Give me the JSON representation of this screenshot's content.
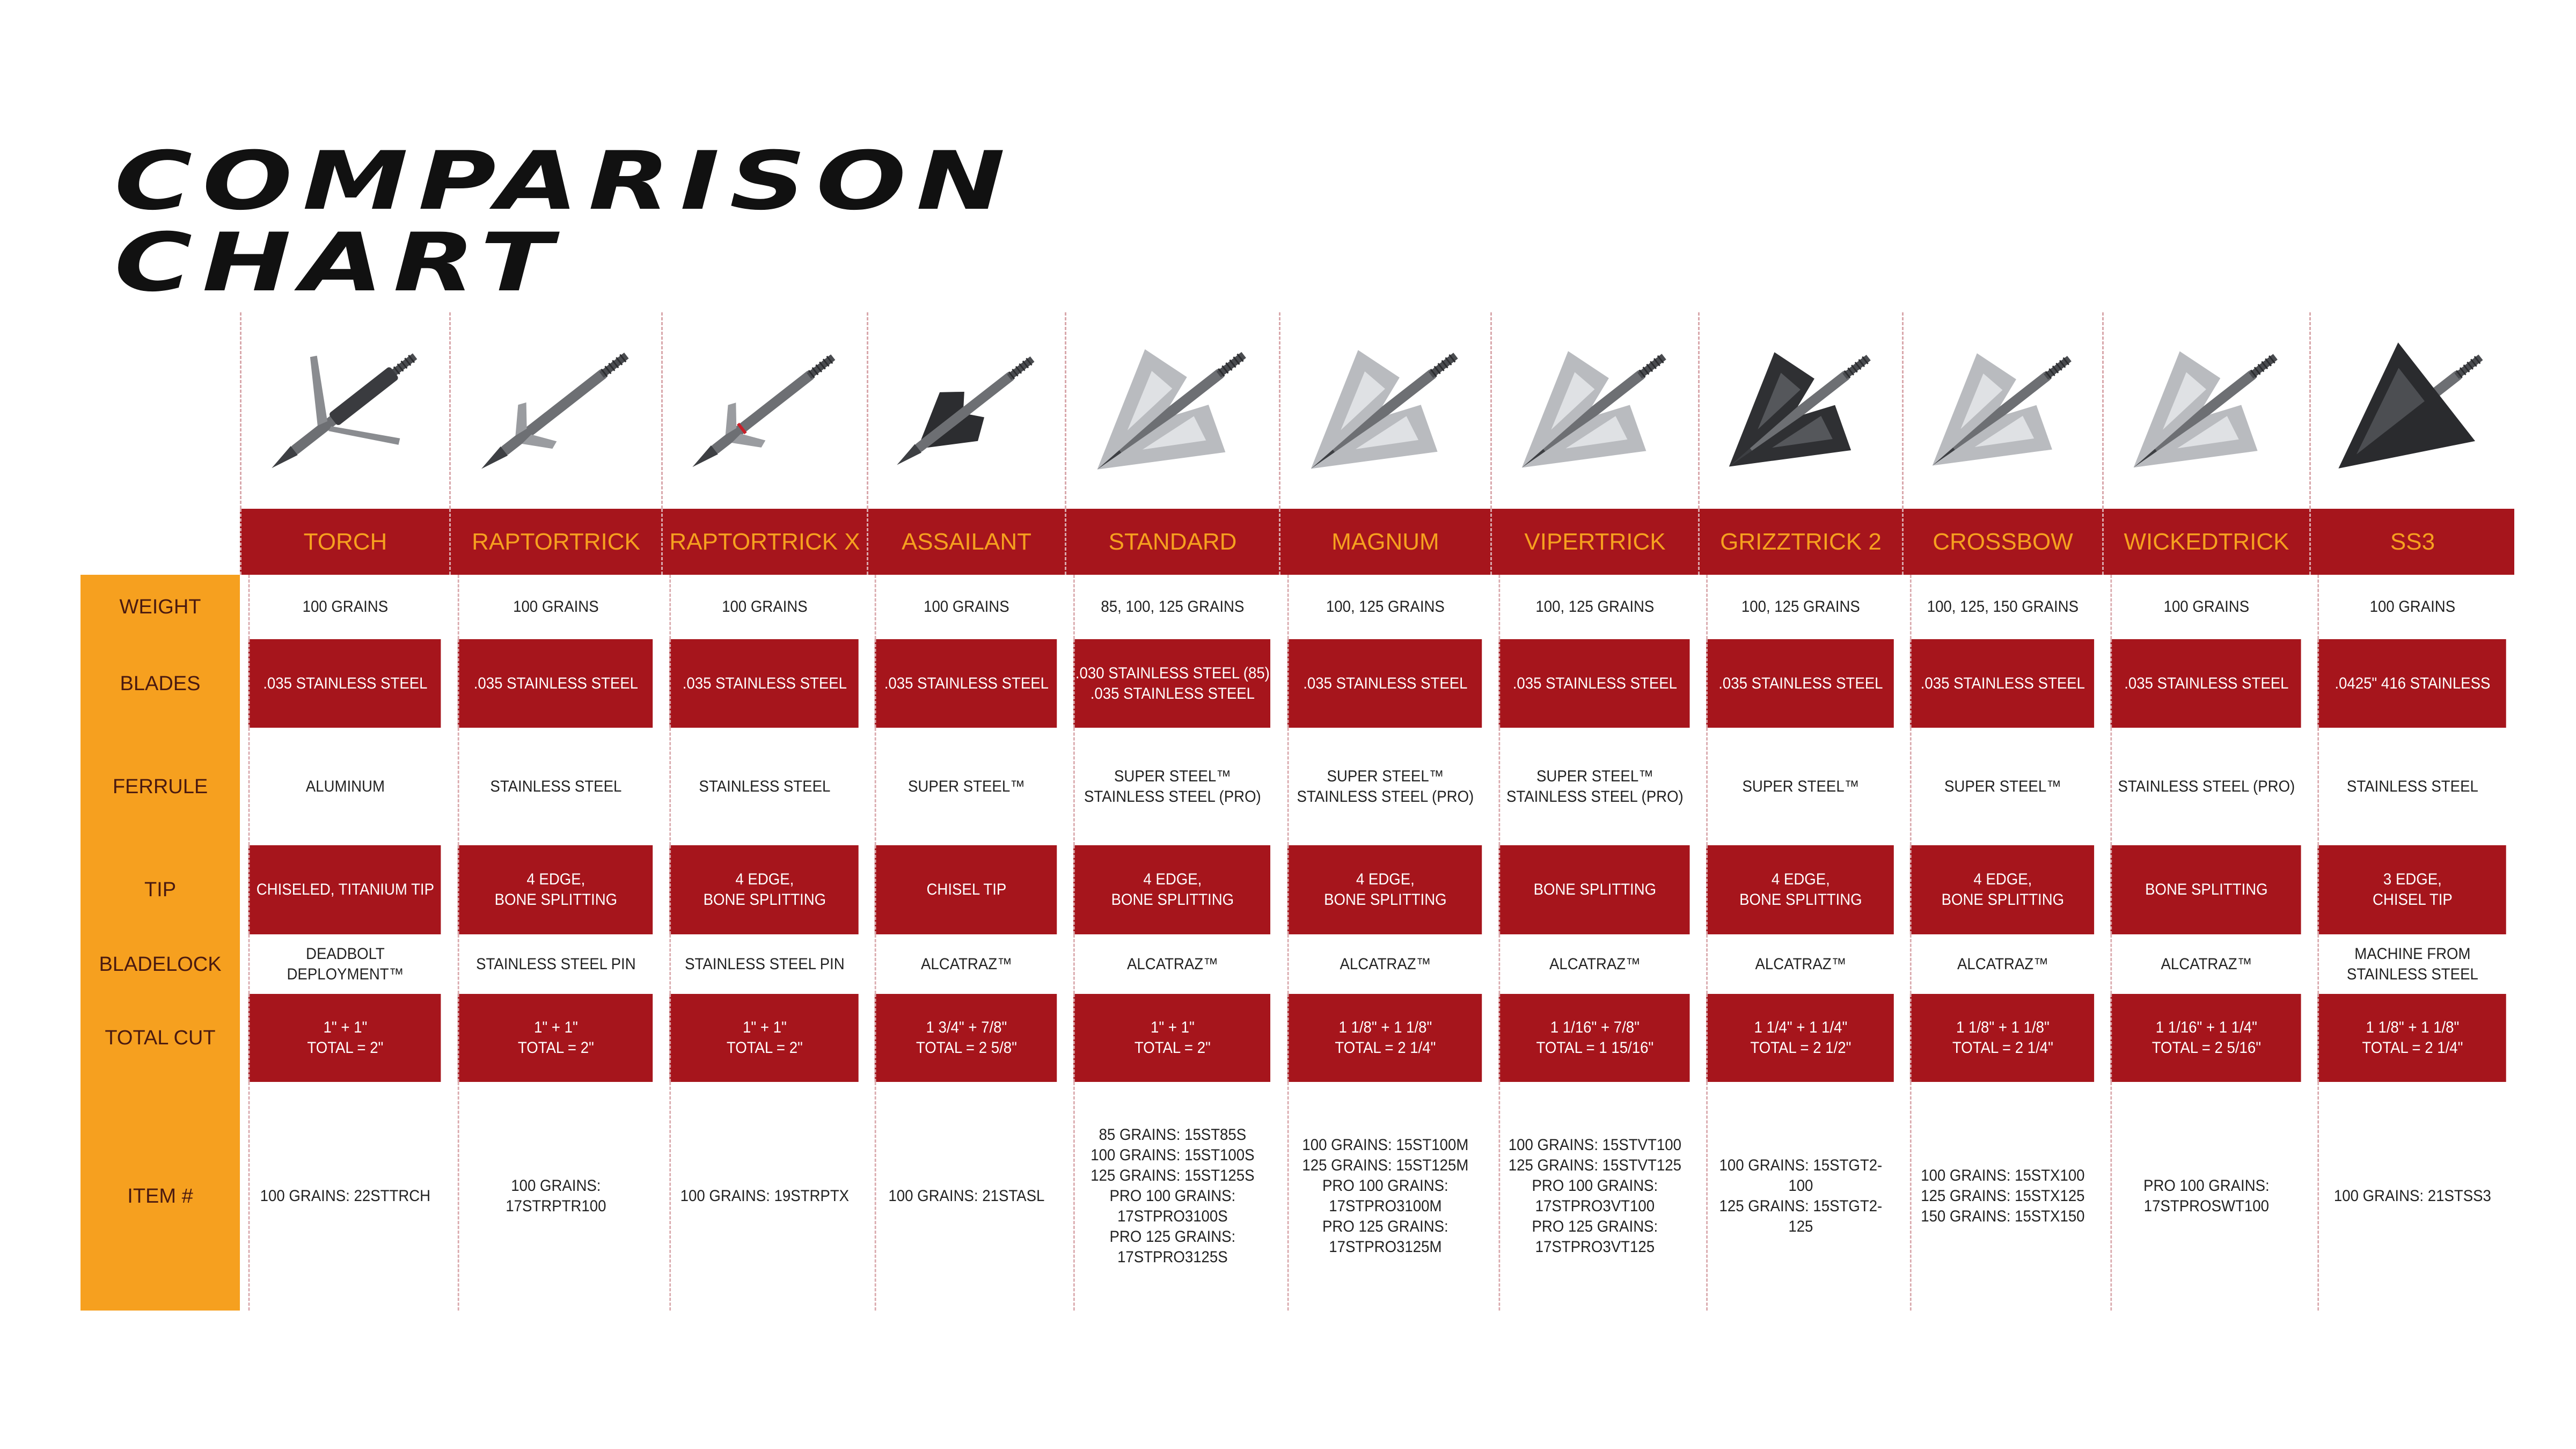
{
  "title": {
    "line1": "COMPARISON",
    "line2": "CHART"
  },
  "products": [
    {
      "name": "TORCH",
      "icon": "torch-broadhead-icon"
    },
    {
      "name": "RAPTORTRICK",
      "icon": "raptortrick-broadhead-icon"
    },
    {
      "name": "RAPTORTRICK X",
      "icon": "raptortrick-x-broadhead-icon"
    },
    {
      "name": "ASSAILANT",
      "icon": "assailant-broadhead-icon"
    },
    {
      "name": "STANDARD",
      "icon": "standard-broadhead-icon"
    },
    {
      "name": "MAGNUM",
      "icon": "magnum-broadhead-icon"
    },
    {
      "name": "VIPERTRICK",
      "icon": "vipertrick-broadhead-icon"
    },
    {
      "name": "GRIZZTRICK 2",
      "icon": "grizztrick-2-broadhead-icon"
    },
    {
      "name": "CROSSBOW",
      "icon": "crossbow-broadhead-icon"
    },
    {
      "name": "WICKEDTRICK",
      "icon": "wickedtrick-broadhead-icon"
    },
    {
      "name": "SS3",
      "icon": "ss3-broadhead-icon"
    }
  ],
  "rows": [
    {
      "label": "WEIGHT",
      "values": [
        "100 GRAINS",
        "100 GRAINS",
        "100 GRAINS",
        "100 GRAINS",
        "85, 100, 125 GRAINS",
        "100, 125 GRAINS",
        "100, 125 GRAINS",
        "100, 125 GRAINS",
        "100, 125, 150 GRAINS",
        "100 GRAINS",
        "100 GRAINS"
      ]
    },
    {
      "label": "BLADES",
      "values": [
        ".035 STAINLESS STEEL",
        ".035 STAINLESS STEEL",
        ".035 STAINLESS STEEL",
        ".035 STAINLESS STEEL",
        ".030 STAINLESS STEEL (85)\n.035 STAINLESS STEEL",
        ".035 STAINLESS STEEL",
        ".035 STAINLESS STEEL",
        ".035 STAINLESS STEEL",
        ".035 STAINLESS STEEL",
        ".035 STAINLESS STEEL",
        ".0425\" 416 STAINLESS"
      ]
    },
    {
      "label": "FERRULE",
      "values": [
        "ALUMINUM",
        "STAINLESS STEEL",
        "STAINLESS STEEL",
        "SUPER STEEL™",
        "SUPER STEEL™\nSTAINLESS STEEL (PRO)",
        "SUPER STEEL™\nSTAINLESS STEEL (PRO)",
        "SUPER STEEL™\nSTAINLESS STEEL (PRO)",
        "SUPER STEEL™",
        "SUPER STEEL™",
        "STAINLESS STEEL (PRO)",
        "STAINLESS STEEL"
      ]
    },
    {
      "label": "TIP",
      "values": [
        "CHISELED, TITANIUM TIP",
        "4 EDGE,\nBONE SPLITTING",
        "4 EDGE,\nBONE SPLITTING",
        "CHISEL TIP",
        "4 EDGE,\nBONE SPLITTING",
        "4 EDGE,\nBONE SPLITTING",
        "BONE SPLITTING",
        "4 EDGE,\nBONE SPLITTING",
        "4 EDGE,\nBONE SPLITTING",
        "BONE SPLITTING",
        "3 EDGE,\nCHISEL TIP"
      ]
    },
    {
      "label": "BLADELOCK",
      "values": [
        "DEADBOLT DEPLOYMENT™",
        "STAINLESS STEEL PIN",
        "STAINLESS STEEL PIN",
        "ALCATRAZ™",
        "ALCATRAZ™",
        "ALCATRAZ™",
        "ALCATRAZ™",
        "ALCATRAZ™",
        "ALCATRAZ™",
        "ALCATRAZ™",
        "MACHINE FROM\nSTAINLESS STEEL"
      ]
    },
    {
      "label": "TOTAL CUT",
      "values": [
        "1\" + 1\"\nTOTAL = 2\"",
        "1\" + 1\"\nTOTAL = 2\"",
        "1\" + 1\"\nTOTAL = 2\"",
        "1 3/4\" + 7/8\"\nTOTAL = 2 5/8\"",
        "1\" + 1\"\nTOTAL = 2\"",
        "1 1/8\" + 1 1/8\"\nTOTAL = 2 1/4\"",
        "1 1/16\" + 7/8\"\nTOTAL = 1 15/16\"",
        "1 1/4\" + 1 1/4\"\nTOTAL = 2 1/2\"",
        "1 1/8\" + 1 1/8\"\nTOTAL = 2 1/4\"",
        "1 1/16\" + 1 1/4\"\nTOTAL = 2 5/16\"",
        "1 1/8\" + 1 1/8\"\nTOTAL =  2 1/4\""
      ]
    },
    {
      "label": "ITEM #",
      "values": [
        "100 GRAINS: 22STTRCH",
        "100 GRAINS: 17STRPTR100",
        "100 GRAINS: 19STRPTX",
        "100 GRAINS: 21STASL",
        "85 GRAINS: 15ST85S\n100 GRAINS: 15ST100S\n125 GRAINS: 15ST125S\nPRO 100 GRAINS:\n17STPRO3100S\nPRO 125 GRAINS:\n17STPRO3125S",
        "100 GRAINS: 15ST100M\n125 GRAINS: 15ST125M\nPRO 100 GRAINS:\n17STPRO3100M\nPRO 125 GRAINS:\n17STPRO3125M",
        "100 GRAINS: 15STVT100\n125 GRAINS: 15STVT125\nPRO 100 GRAINS:\n17STPRO3VT100\nPRO 125 GRAINS:\n17STPRO3VT125",
        "100 GRAINS: 15STGT2-100\n125 GRAINS: 15STGT2-125",
        "100 GRAINS: 15STX100\n125 GRAINS: 15STX125\n150 GRAINS: 15STX150",
        "PRO 100 GRAINS:\n17STPROSWT100",
        "100 GRAINS: 21STSS3"
      ]
    }
  ],
  "colors": {
    "red": "#a6151c",
    "orange": "#f6a01f",
    "text": "#222222"
  }
}
